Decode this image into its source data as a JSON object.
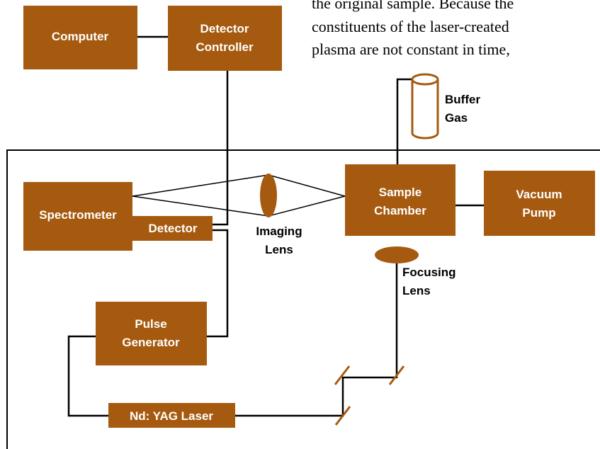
{
  "colors": {
    "box_fill": "#A65A10",
    "line": "#000000"
  },
  "text_excerpt": {
    "line1": "the original sample. Because the",
    "line2": "constituents of the laser-created",
    "line3": "plasma are not constant in time,"
  },
  "boxes": {
    "computer": "Computer",
    "detector_controller_1": "Detector",
    "detector_controller_2": "Controller",
    "spectrometer": "Spectrometer",
    "detector": "Detector",
    "sample_chamber_1": "Sample",
    "sample_chamber_2": "Chamber",
    "vacuum_pump_1": "Vacuum",
    "vacuum_pump_2": "Pump",
    "pulse_generator_1": "Pulse",
    "pulse_generator_2": "Generator",
    "laser": "Nd: YAG Laser"
  },
  "labels": {
    "buffer_gas_1": "Buffer",
    "buffer_gas_2": "Gas",
    "imaging_lens_1": "Imaging",
    "imaging_lens_2": "Lens",
    "focusing_lens_1": "Focusing",
    "focusing_lens_2": "Lens"
  }
}
